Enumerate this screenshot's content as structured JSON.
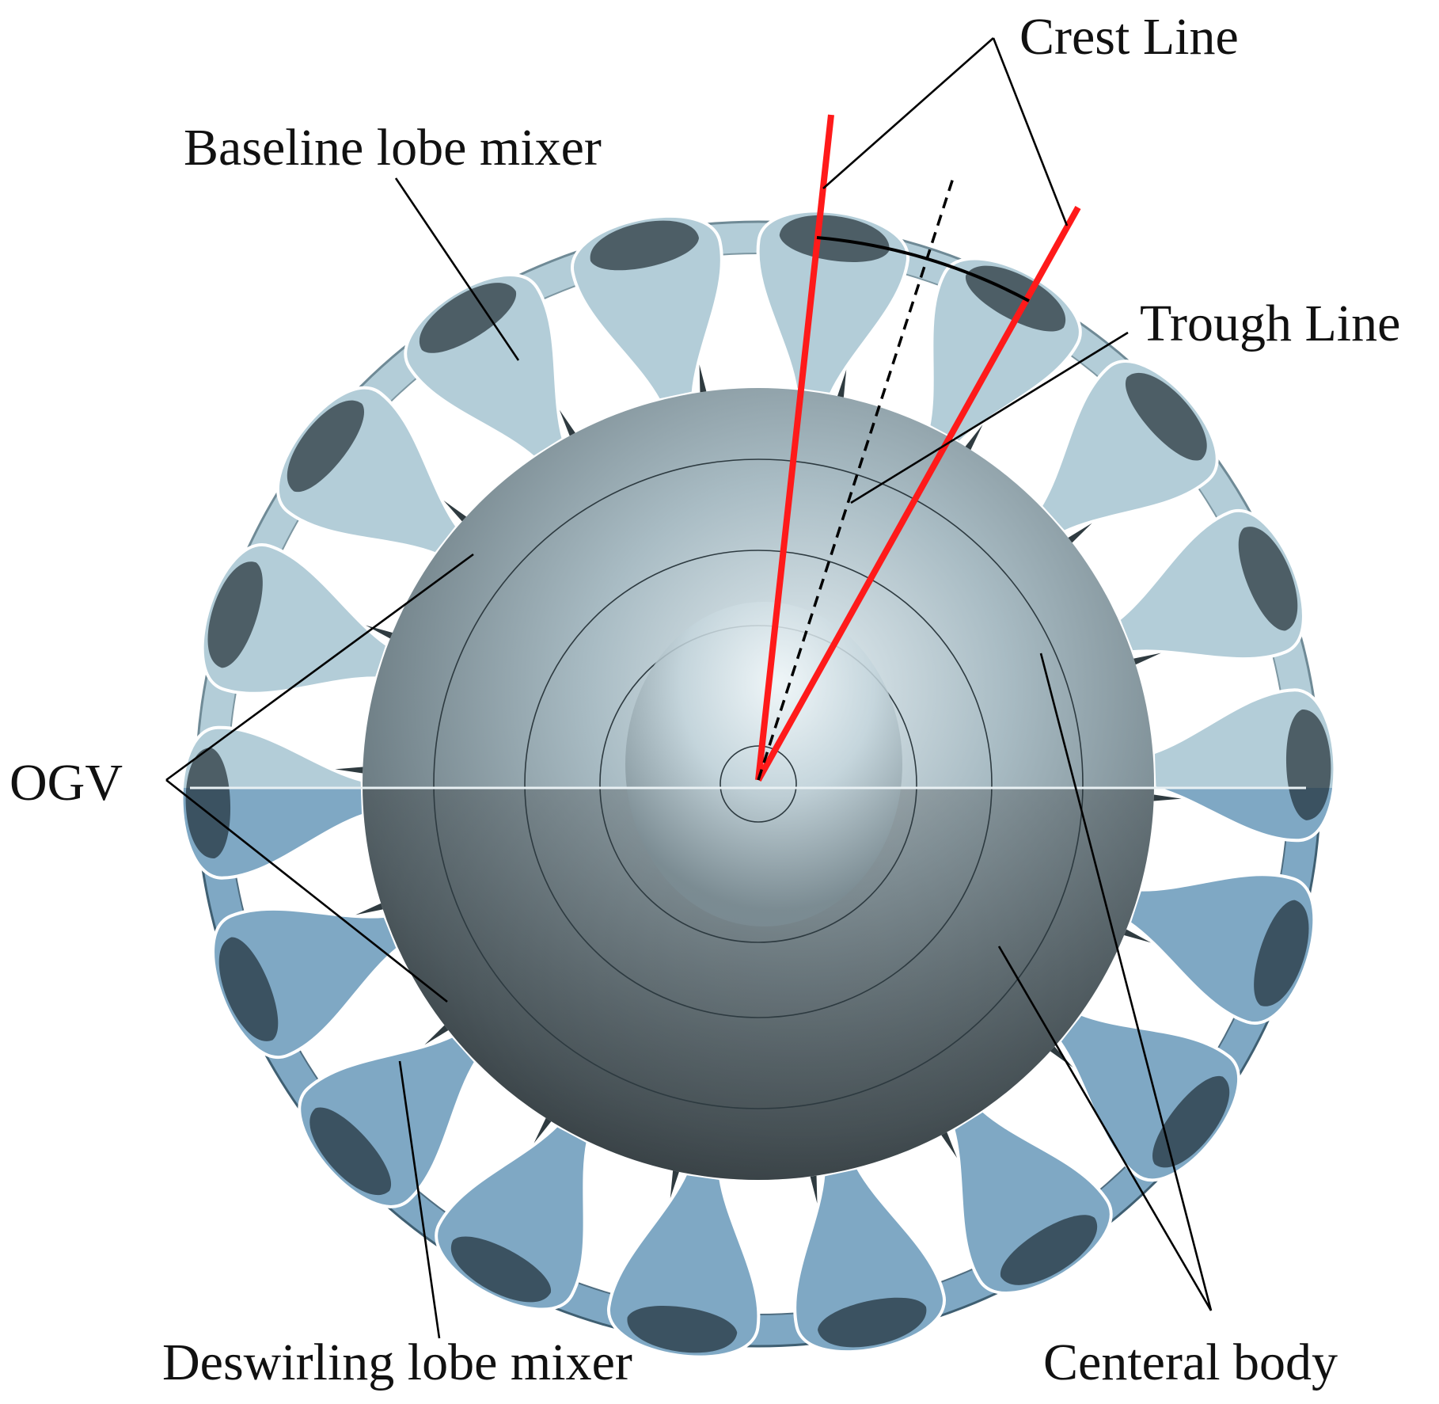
{
  "labels": {
    "crest_line": "Crest Line",
    "baseline_lobe_mixer": "Baseline lobe mixer",
    "trough_line": "Trough Line",
    "ogv": "OGV",
    "deswirling_lobe_mixer": "Deswirling lobe mixer",
    "centeral_body": "Centeral body"
  },
  "colors": {
    "crest_line": "#ff1a1a",
    "trough_line": "#000000",
    "upper_mixer": "#b3cdd8",
    "lower_mixer": "#7fa8c4",
    "lobe_inner_shadow": "#3b4a52",
    "central_body_light": "#dbe9ef",
    "central_body_dark": "#3e4a50"
  }
}
